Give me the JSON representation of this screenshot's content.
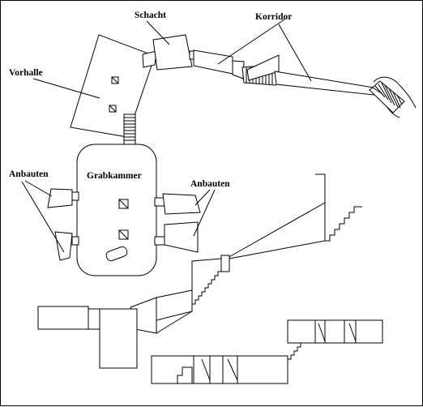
{
  "labels": {
    "schacht": "Schacht",
    "korridor": "Korridor",
    "vorhalle": "Vorhalle",
    "grabkammer": "Grabkammer",
    "anbauten_left": "Anbauten",
    "anbauten_right": "Anbauten"
  },
  "colors": {
    "line": "#000000",
    "background": "#ffffff"
  }
}
